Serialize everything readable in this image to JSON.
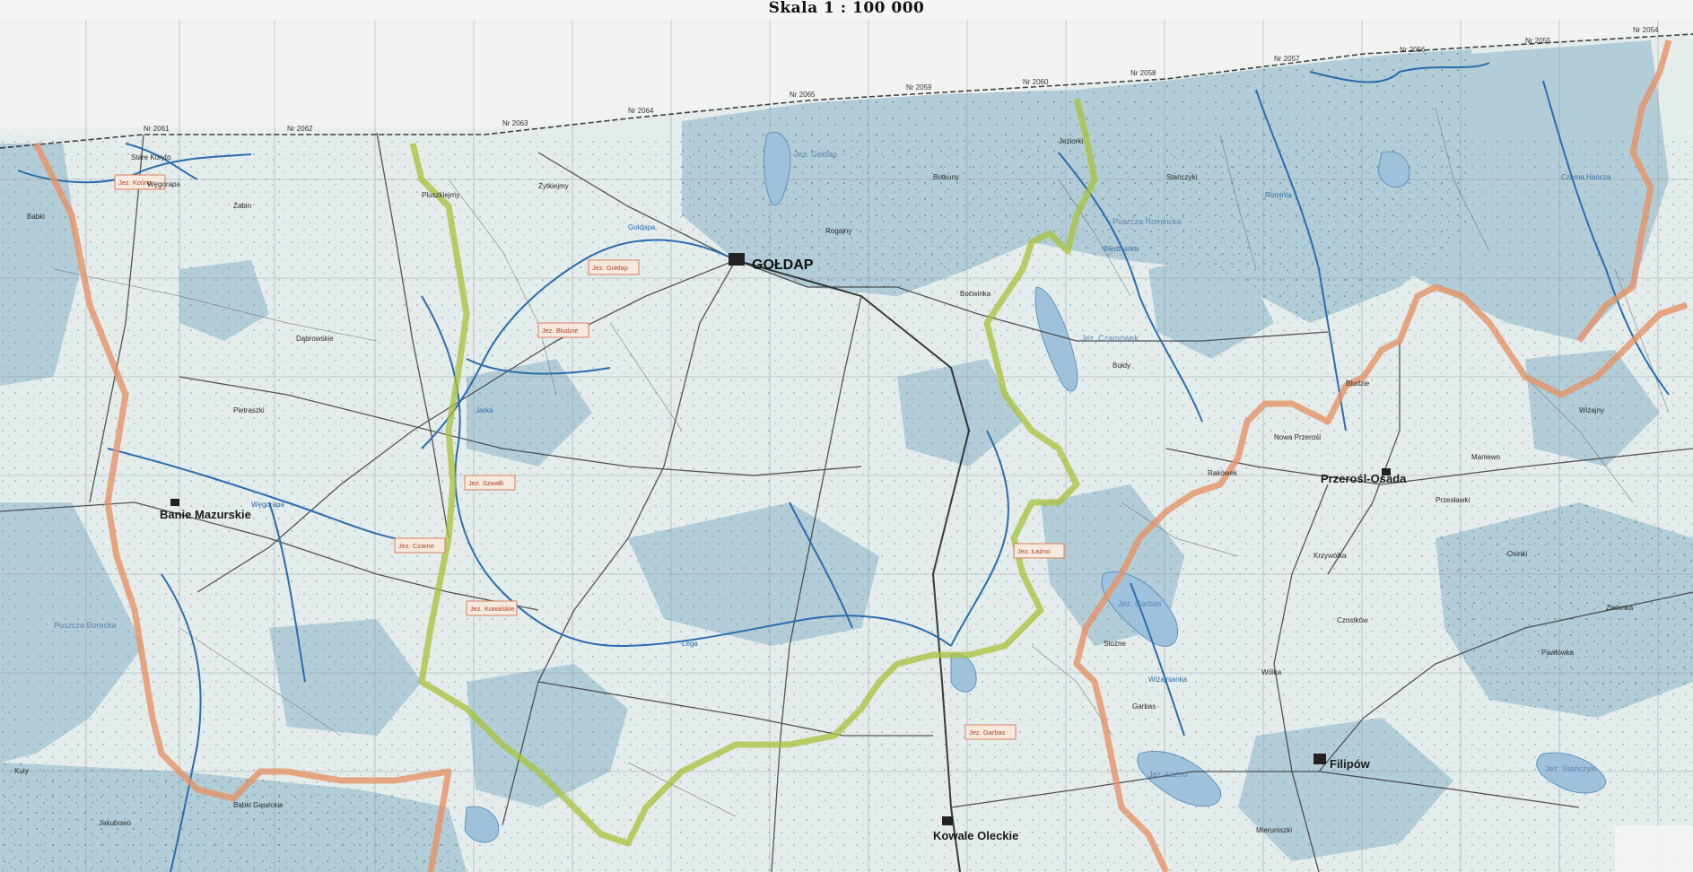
{
  "scale_title": "Skala 1 : 100 000",
  "colors": {
    "sheet": "#e9efef",
    "lowland": "#a9c8d4",
    "forest_blue": "#8fb6c7",
    "river": "#2b6cb0",
    "boundary_green": "#a9c23a",
    "boundary_orange": "#e59466",
    "road": "#3a3a3a",
    "grid": "#8a9298"
  },
  "towns": {
    "goldap": "GOŁDAP",
    "kowale": "Kowale Oleckie",
    "filipow": "Filipów",
    "przerosl": "Przerośl-Osada",
    "banie": "Banie Mazurskie"
  },
  "villages": [
    "Stare Koryto",
    "Węgorapa",
    "Babki",
    "Żabin",
    "Boćwinka",
    "Bołdy",
    "Rakówek",
    "Nowa Przerośl",
    "Krzywólka",
    "Czostków",
    "Wólka",
    "Żytkiejmy",
    "Pluszkiejmy",
    "Rogajny",
    "Dąbrowskie",
    "Pietraszki",
    "Botkuny",
    "Jeziorki",
    "Stańczyki",
    "Bludzie",
    "Przesławki",
    "Wiżajny",
    "Osinki",
    "Zielonka",
    "Garbas",
    "Stożne",
    "Jakubowo",
    "Kuty",
    "Babki Gąseckie",
    "Pawłówka",
    "Maniewo",
    "Mieruniszki"
  ],
  "forest_labels": {
    "rominta": "Puszcza Romincka",
    "borecka": "Puszcza Borecka"
  },
  "lakes": [
    "Jez. Gołdap",
    "Jez. Czarnówek",
    "Jez. Garbas",
    "Jez. Łaźno",
    "Jez. Stańczyki"
  ],
  "rivers": [
    "Gołdapa",
    "Węgorapa",
    "Rominta",
    "Jarka",
    "Błędzianka",
    "Czarna Hańcza",
    "Lega",
    "Wiżajnianka"
  ],
  "tags": [
    "Jez. Kośno",
    "Jez. Gołdap",
    "Jez. Bludzie",
    "Jez. Szwałk",
    "Jez. Czarne",
    "Jez. Kowalskie",
    "Jez. Łaźno",
    "Jez. Garbas"
  ],
  "roads": [
    "Nr 2061",
    "Nr 2062",
    "Nr 2063",
    "Nr 2064",
    "Nr 2065",
    "Nr 2059",
    "Nr 2060",
    "Nr 2058",
    "Nr 2057",
    "Nr 2056",
    "Nr 2055",
    "Nr 2054"
  ]
}
